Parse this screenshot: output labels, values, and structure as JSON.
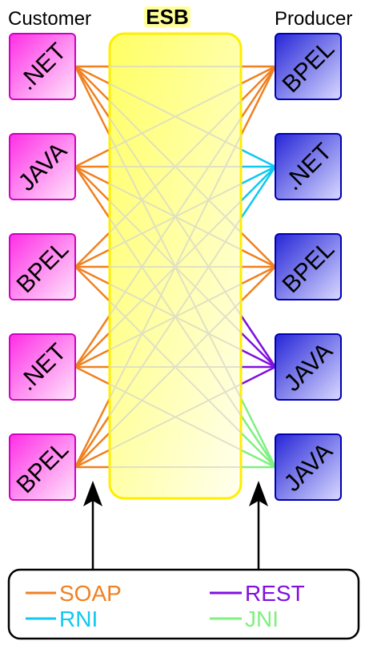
{
  "titles": {
    "customer": "Customer",
    "esb": "ESB",
    "producer": "Producer"
  },
  "customers": [
    ".NET",
    "JAVA",
    "BPEL",
    ".NET",
    "BPEL"
  ],
  "producers": [
    "BPEL",
    ".NET",
    "BPEL",
    "JAVA",
    "JAVA"
  ],
  "colors": {
    "customer_fill_a": "#ff2ee6",
    "customer_fill_b": "#ffe6fb",
    "customer_border": "#d000c0",
    "producer_fill_a": "#2626d8",
    "producer_fill_b": "#d9d9ff",
    "producer_border": "#0000b0",
    "esb_fill": "#ffff70",
    "esb_border": "#ffee00",
    "mesh_line": "#d8d8c8",
    "soap": "#f08020",
    "rni": "#10c8f0",
    "rest": "#8010e0",
    "jni": "#80f080"
  },
  "legend": {
    "soap": "SOAP",
    "rni": "RNI",
    "rest": "REST",
    "jni": "JNI"
  }
}
